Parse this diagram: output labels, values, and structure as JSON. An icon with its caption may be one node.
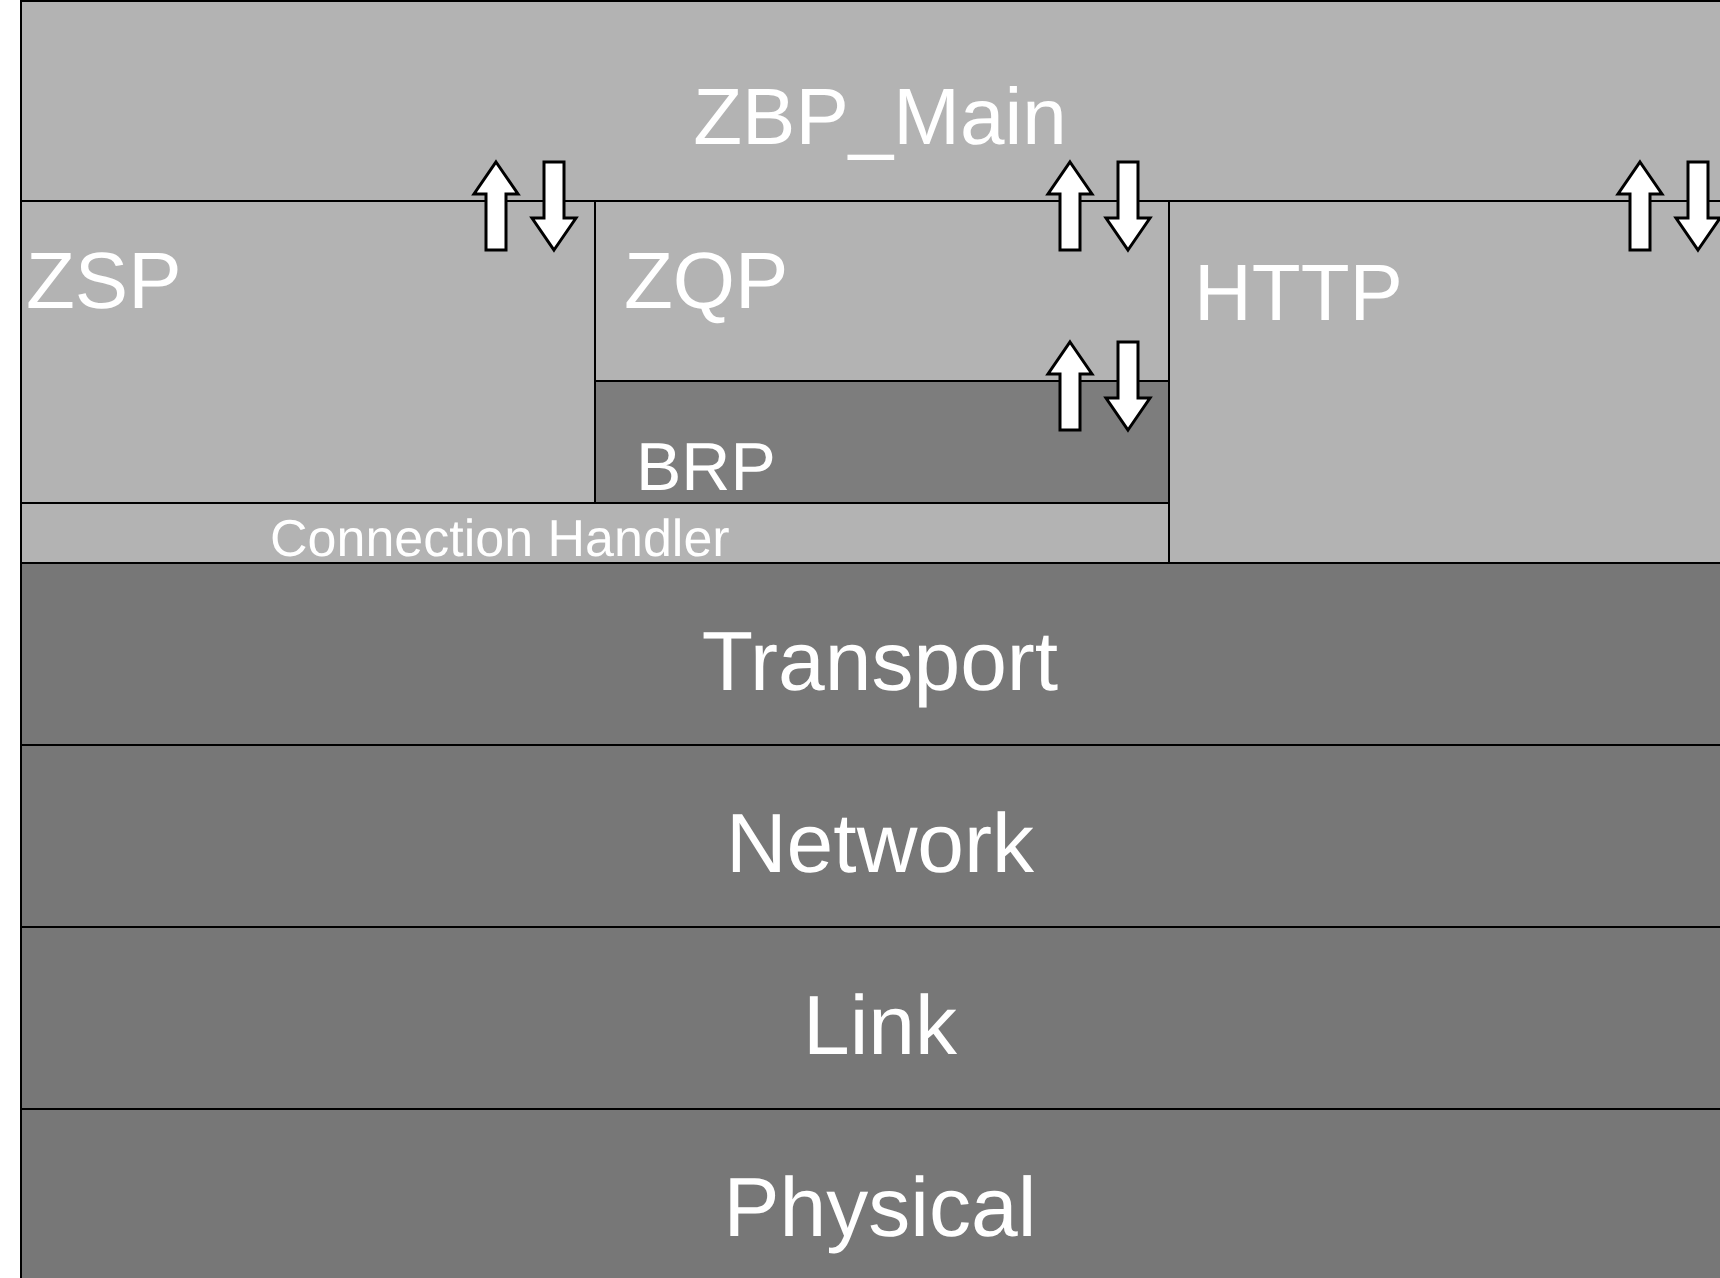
{
  "diagram": {
    "nodes": [
      {
        "text": [
          "ZBP_Main"
        ]
      },
      {
        "text": [
          "ZSP"
        ]
      },
      {
        "text": [
          "ZQP"
        ]
      },
      {
        "text": [
          "BRP"
        ]
      },
      {
        "text": [
          "HTTP"
        ]
      },
      {
        "text": [
          "Connection Handler"
        ]
      },
      {
        "text": [
          "Transport"
        ]
      },
      {
        "text": [
          "Network"
        ]
      },
      {
        "text": [
          "Link"
        ]
      },
      {
        "text": [
          "Physical"
        ]
      }
    ],
    "edges": [
      {
        "from": 1,
        "to": 0,
        "arrow": "to"
      },
      {
        "from": 0,
        "to": 1,
        "arrow": "to"
      },
      {
        "from": 2,
        "to": 0,
        "arrow": "to"
      },
      {
        "from": 0,
        "to": 2,
        "arrow": "to"
      },
      {
        "from": 3,
        "to": 2,
        "arrow": "to"
      },
      {
        "from": 2,
        "to": 3,
        "arrow": "to"
      },
      {
        "from": 4,
        "to": 0,
        "arrow": "to"
      },
      {
        "from": 0,
        "to": 4,
        "arrow": "to"
      }
    ]
  }
}
